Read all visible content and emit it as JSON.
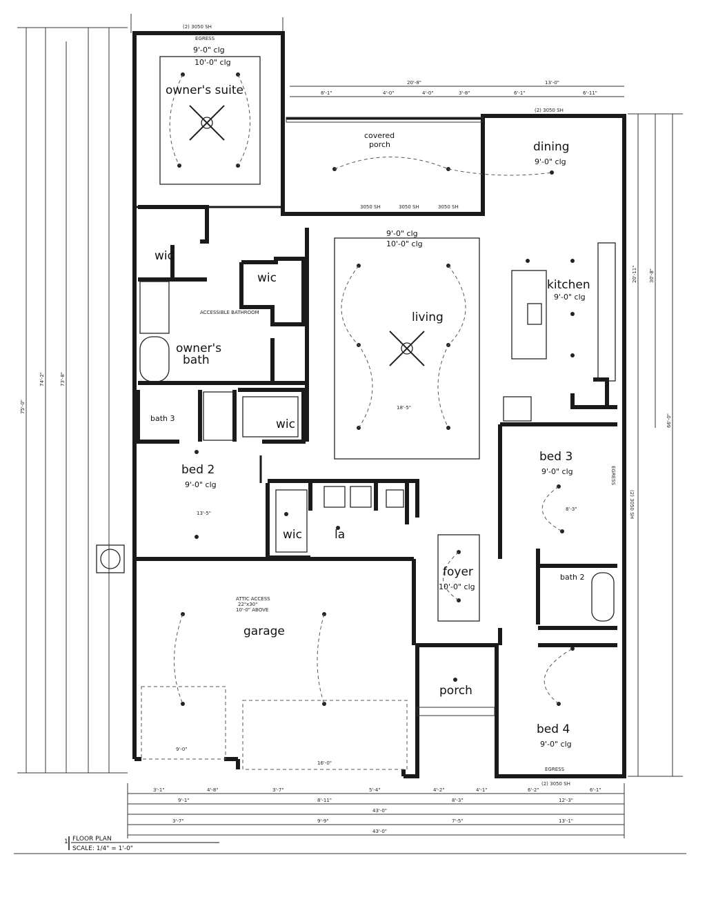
{
  "title_block": {
    "number": "1",
    "name": "FLOOR PLAN",
    "scale": "SCALE: 1/4\" = 1'-0\""
  },
  "rooms": {
    "owners_suite": {
      "name": "owner's suite",
      "clg1": "9'-0\" clg",
      "clg2": "10'-0\" clg"
    },
    "covered_porch": {
      "name1": "covered",
      "name2": "porch"
    },
    "dining": {
      "name": "dining",
      "clg": "9'-0\" clg"
    },
    "living": {
      "name": "living",
      "clg1": "9'-0\" clg",
      "clg2": "10'-0\" clg"
    },
    "kitchen": {
      "name": "kitchen",
      "clg": "9'-0\" clg"
    },
    "wic1": {
      "name": "wic"
    },
    "wic2": {
      "name": "wic"
    },
    "wic3": {
      "name": "wic"
    },
    "wic4": {
      "name": "wic"
    },
    "owners_bath": {
      "name1": "owner's",
      "name2": "bath",
      "note": "ACCESSIBLE BATHROOM"
    },
    "bath3": {
      "name": "bath 3"
    },
    "bed2": {
      "name": "bed 2",
      "clg": "9'-0\" clg"
    },
    "bed3": {
      "name": "bed 3",
      "clg": "9'-0\" clg"
    },
    "la": {
      "name": "la"
    },
    "foyer": {
      "name": "foyer",
      "clg": "10'-0\" clg"
    },
    "bath2": {
      "name": "bath 2"
    },
    "garage": {
      "name": "garage",
      "note1": "ATTIC ACCESS",
      "note2": "22\"x30\"",
      "note3": "10'-0\" ABOVE"
    },
    "porch": {
      "name": "porch"
    },
    "bed4": {
      "name": "bed 4",
      "clg": "9'-0\" clg"
    }
  },
  "windows": {
    "top_suite": "(2) 3050 SH",
    "egress_top": "EGRESS",
    "dining_top": "(2) 3050 SH",
    "porch_w1": "3050 SH",
    "porch_w2": "3050 SH",
    "porch_w3": "3050 SH",
    "bottom_bed4": "(2) 3050 SH",
    "egress_bottom": "EGRESS",
    "bed3_side": "(2) 3050 SH",
    "egress_bed3": "EGRESS"
  },
  "dimensions": {
    "top_total": "20'-8\"",
    "top_right": "13'-0\"",
    "top_segs": [
      "8'-1\"",
      "4'-0\"",
      "4'-0\"",
      "3'-8\"",
      "6'-1\"",
      "6'-11\""
    ],
    "right_total": "66'-0\"",
    "right_upper": "30'-8\"",
    "right_upper2": "20'-11\"",
    "left_total": "75'-0\"",
    "left_inner": "74'-2\"",
    "left_inner2": "73'-8\"",
    "bottom_total": "43'-0\"",
    "bottom_total2": "43'-0\"",
    "bottom_row1": [
      "3'-1\"",
      "4'-8\"",
      "3'-7\"",
      "5'-4\"",
      "4'-2\"",
      "4'-1\"",
      "6'-2\"",
      "6'-1\""
    ],
    "bottom_row2": [
      "9'-1\"",
      "8'-11\"",
      "8'-3\"",
      "12'-3\""
    ],
    "bottom_row3": [
      "3'-7\"",
      "9'-9\"",
      "7'-5\"",
      "13'-1\""
    ],
    "garage_door1": "9'-0\"",
    "garage_door2": "16'-0\"",
    "living_width": "18'-5\"",
    "bed2_width": "13'-5\"",
    "bed3_width": "8'-3\""
  }
}
